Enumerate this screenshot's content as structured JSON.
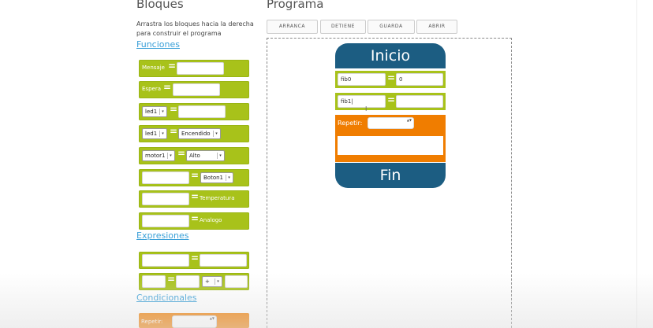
{
  "sidebar": {
    "title": "Bloques",
    "intro": "Arrastra los bloques hacia la derecha para construir el programa",
    "sections": {
      "funciones": "Funciones",
      "expresiones": "Expresiones",
      "condicionales": "Condicionales"
    },
    "blocks": {
      "mensaje_label": "Mensaje",
      "espera_label": "Espera",
      "led1_a": "led1",
      "led1_b": "led1",
      "encendido": "Encendido",
      "motor1": "motor1",
      "alto": "Alto",
      "boton1": "Boton1",
      "temperatura": "Temperatura",
      "analogo": "Analogo",
      "operator": "+",
      "repetir": "Repetir:"
    }
  },
  "program": {
    "title": "Programa",
    "toolbar": {
      "arranca": "ARRANCA",
      "detiene": "DETIENE",
      "guarda": "GUARDA",
      "abrir": "ABRIR"
    },
    "start_label": "Inicio",
    "end_label": "Fin",
    "assign1": {
      "var": "fib0",
      "value": "0"
    },
    "assign2": {
      "var": "fib1|",
      "value": ""
    },
    "repeat_label": "Repetir:"
  },
  "symbols": {
    "equals": "=",
    "spin_arrows": "▲▼",
    "caret": "▾",
    "mouse_cursor": "I"
  },
  "colors": {
    "block_green": "#a8c21a",
    "block_orange": "#f07d00",
    "cap_blue": "#1c5d82",
    "link_blue": "#3aa0d8"
  }
}
